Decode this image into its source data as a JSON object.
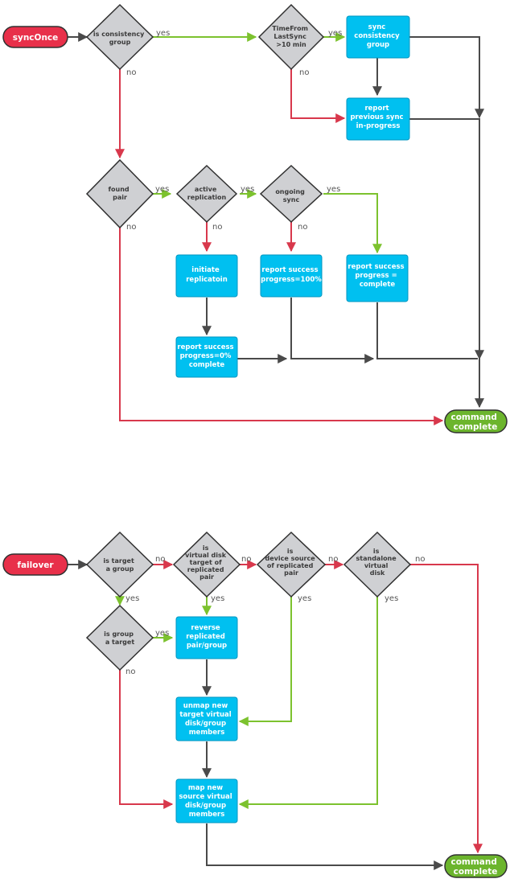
{
  "colors": {
    "start_fill": "#e8304a",
    "start_stroke": "#303030",
    "end_fill": "#6cb52d",
    "end_stroke": "#303030",
    "box_fill": "#00c0f0",
    "box_stroke": "#0096c0",
    "diamond_fill": "#cfd0d3",
    "diamond_stroke": "#303030",
    "yes_line": "#7cc22e",
    "no_line": "#d8384c",
    "plain_line": "#4a4a4a"
  },
  "flow1": {
    "start": "syncOnce",
    "d_consistency": [
      "is consistency",
      "group"
    ],
    "d_timefrom": [
      "TimeFrom",
      "LastSync",
      ">10 min"
    ],
    "b_sync_group": [
      "sync",
      "consistency",
      "group"
    ],
    "b_report_prev": [
      "report",
      "previous sync",
      "in-progress"
    ],
    "d_found_pair": [
      "found",
      "pair"
    ],
    "d_active_rep": [
      "active",
      "replication"
    ],
    "d_ongoing": [
      "ongoing",
      "sync"
    ],
    "b_initiate": [
      "initiate",
      "replicatoin"
    ],
    "b_report_100": [
      "report success",
      "progress=100%"
    ],
    "b_report_complete": [
      "report success",
      "progress =",
      "complete"
    ],
    "b_report_0": [
      "report success",
      "progress=0%",
      "complete"
    ],
    "end": [
      "command",
      "complete"
    ],
    "edges": {
      "yes1": "yes",
      "no1": "no",
      "yes2": "yes",
      "no2": "no",
      "yes3": "yes",
      "no3": "no",
      "yes4": "yes",
      "no4": "no",
      "yes5": "yes",
      "no5": "no"
    }
  },
  "flow2": {
    "start": "failover",
    "d_target_group": [
      "is target",
      "a group"
    ],
    "d_vdisk_target": [
      "is",
      "virtual disk",
      "target of",
      "replicated",
      "pair"
    ],
    "d_device_source": [
      "is",
      "device source",
      "of replicated",
      "pair"
    ],
    "d_standalone": [
      "is",
      "standalone",
      "virtual",
      "disk"
    ],
    "d_group_target": [
      "is group",
      "a target"
    ],
    "b_reverse": [
      "reverse",
      "replicated",
      "pair/group"
    ],
    "b_unmap": [
      "unmap new",
      "target virtual",
      "disk/group",
      "members"
    ],
    "b_map": [
      "map new",
      "source virtual",
      "disk/group",
      "members"
    ],
    "end": [
      "command",
      "complete"
    ],
    "edges": {
      "no1": "no",
      "no2": "no",
      "no3": "no",
      "no4": "no",
      "no5": "no",
      "yes1": "yes",
      "yes2": "yes",
      "yes3": "yes",
      "yes4": "yes",
      "yes5": "yes"
    }
  }
}
